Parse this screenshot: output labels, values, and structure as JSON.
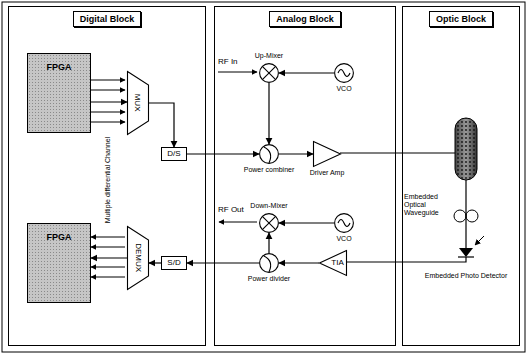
{
  "diagram": {
    "nodes": [
      {
        "text": [
          "Digital Block"
        ]
      },
      {
        "text": [
          "FPGA"
        ],
        "in": 0
      },
      {
        "text": [
          "MUX"
        ],
        "in": 0
      },
      {
        "text": [
          "D/S"
        ],
        "in": 0
      },
      {
        "text": [
          "FPGA"
        ],
        "in": 0
      },
      {
        "text": [
          "DEMUX"
        ],
        "in": 0
      },
      {
        "text": [
          "S/D"
        ],
        "in": 0
      },
      {
        "text": [
          "Analog Block"
        ]
      },
      {
        "text": [
          "Up-Mixer"
        ],
        "in": 7
      },
      {
        "text": [
          "VCO"
        ],
        "in": 7
      },
      {
        "text": [
          "Power combiner"
        ],
        "in": 7
      },
      {
        "text": [
          "Driver Amp"
        ],
        "in": 7
      },
      {
        "text": [
          "Down-Mixer"
        ],
        "in": 7
      },
      {
        "text": [
          "VCO"
        ],
        "in": 7
      },
      {
        "text": [
          "Power divider"
        ],
        "in": 7
      },
      {
        "text": [
          "TIA"
        ],
        "in": 7
      },
      {
        "text": [
          "Optic Block"
        ]
      }
    ],
    "edges": [
      {
        "from": 1,
        "to": 2,
        "arrow": "to"
      },
      {
        "from": 2,
        "to": 3,
        "arrow": "to"
      },
      {
        "from": 3,
        "to": 10,
        "arrow": "to"
      },
      {
        "from": 8,
        "to": 10,
        "arrow": "to"
      },
      {
        "from": 9,
        "to": 8,
        "arrow": "to"
      },
      {
        "from": 10,
        "to": 11,
        "arrow": "to"
      },
      {
        "from": 15,
        "to": 14,
        "arrow": "to"
      },
      {
        "from": 14,
        "to": 12,
        "arrow": "to"
      },
      {
        "from": 14,
        "to": 6,
        "arrow": "to"
      },
      {
        "from": 13,
        "to": 12,
        "arrow": "to"
      },
      {
        "from": 6,
        "to": 5,
        "arrow": "to"
      },
      {
        "from": 5,
        "to": 4,
        "arrow": "to"
      }
    ],
    "labels": [
      "RF In",
      "RF Out",
      "Multiple differential Channel",
      "Embedded Optical Waveguide",
      "Embedded Photo Detector"
    ]
  }
}
